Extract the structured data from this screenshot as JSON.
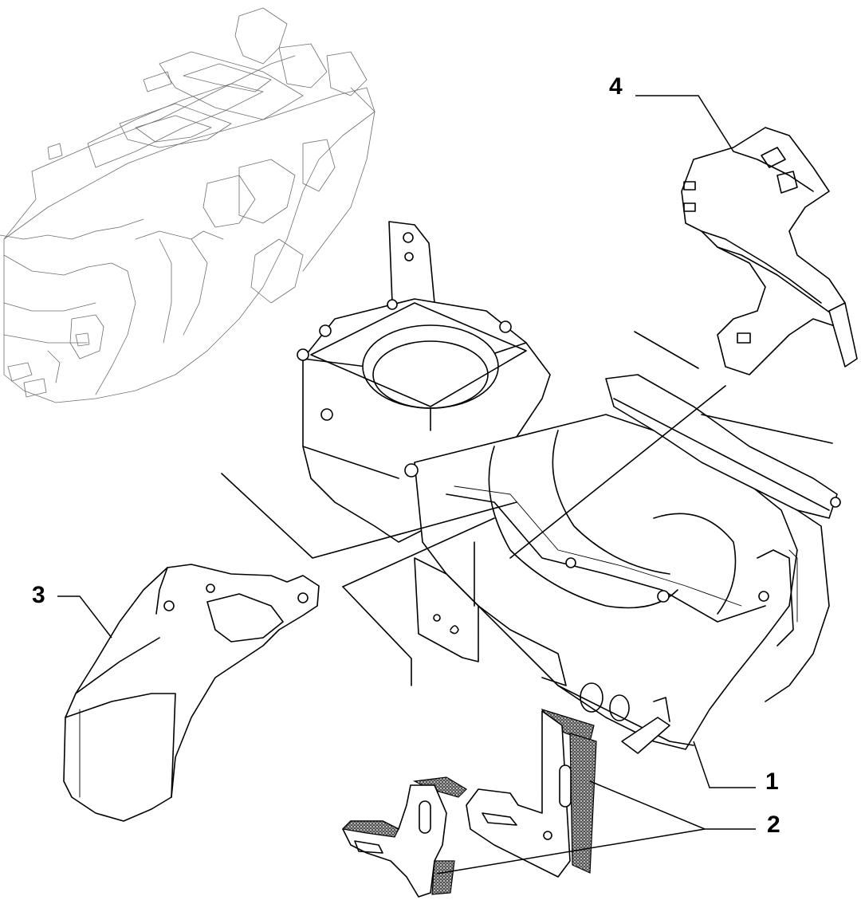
{
  "callouts": [
    {
      "id": "1",
      "label": "1"
    },
    {
      "id": "2",
      "label": "2"
    },
    {
      "id": "3",
      "label": "3"
    },
    {
      "id": "4",
      "label": "4"
    }
  ],
  "colors": {
    "ink": "#000000",
    "background": "#ffffff",
    "overview_line": "#6e6e6e"
  }
}
